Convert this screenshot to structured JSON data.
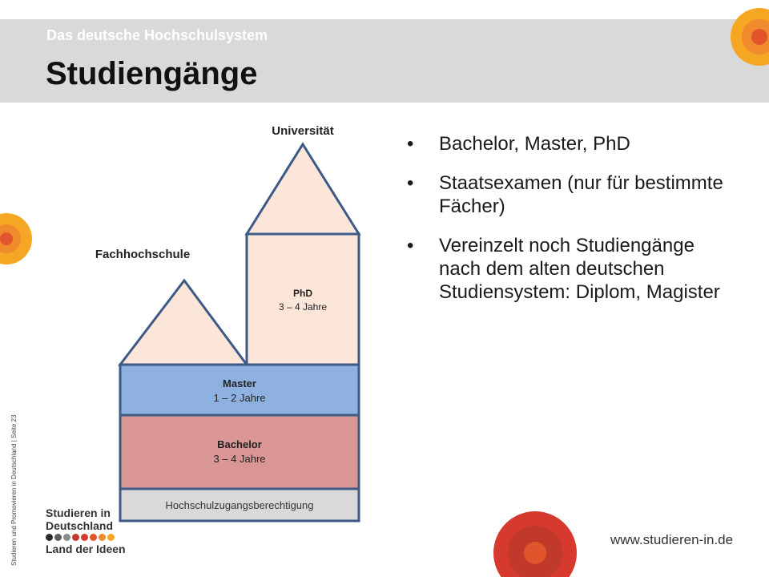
{
  "header": {
    "kicker": "Das deutsche Hochschulsystem",
    "title": "Studiengänge"
  },
  "diagram": {
    "universitaet_label": "Universität",
    "fachhochschule_label": "Fachhochschule",
    "phd": {
      "title": "PhD",
      "duration": "3 – 4 Jahre"
    },
    "master": {
      "title": "Master",
      "duration": "1 – 2 Jahre"
    },
    "bachelor": {
      "title": "Bachelor",
      "duration": "3 – 4 Jahre"
    },
    "base": "Hochschulzugangsberechtigung",
    "colors": {
      "roof_fill": "#fbe6d9",
      "master_fill": "#8eb1e0",
      "bachelor_fill": "#d99695",
      "base_fill": "#d9d9d9",
      "outline": "#3c5a85"
    }
  },
  "bullets": [
    "Bachelor, Master, PhD",
    "Staatsexamen (nur für bestimmte Fächer)",
    "Vereinzelt noch Studiengänge nach dem alten deutschen Studiensystem: Diplom, Magister"
  ],
  "footer": {
    "side_text": "Studieren und Promovieren in Deutschland | Seite 23",
    "logo_line1": "Studieren in",
    "logo_line2": "Deutschland",
    "logo_line3": "Land der Ideen",
    "logo_dot_colors": [
      "#2b2b2b",
      "#5a5a5a",
      "#8a8a8a",
      "#c0392b",
      "#d63a2f",
      "#e0552b",
      "#f08a2c",
      "#f5a623"
    ],
    "url": "www.studieren-in.de"
  }
}
